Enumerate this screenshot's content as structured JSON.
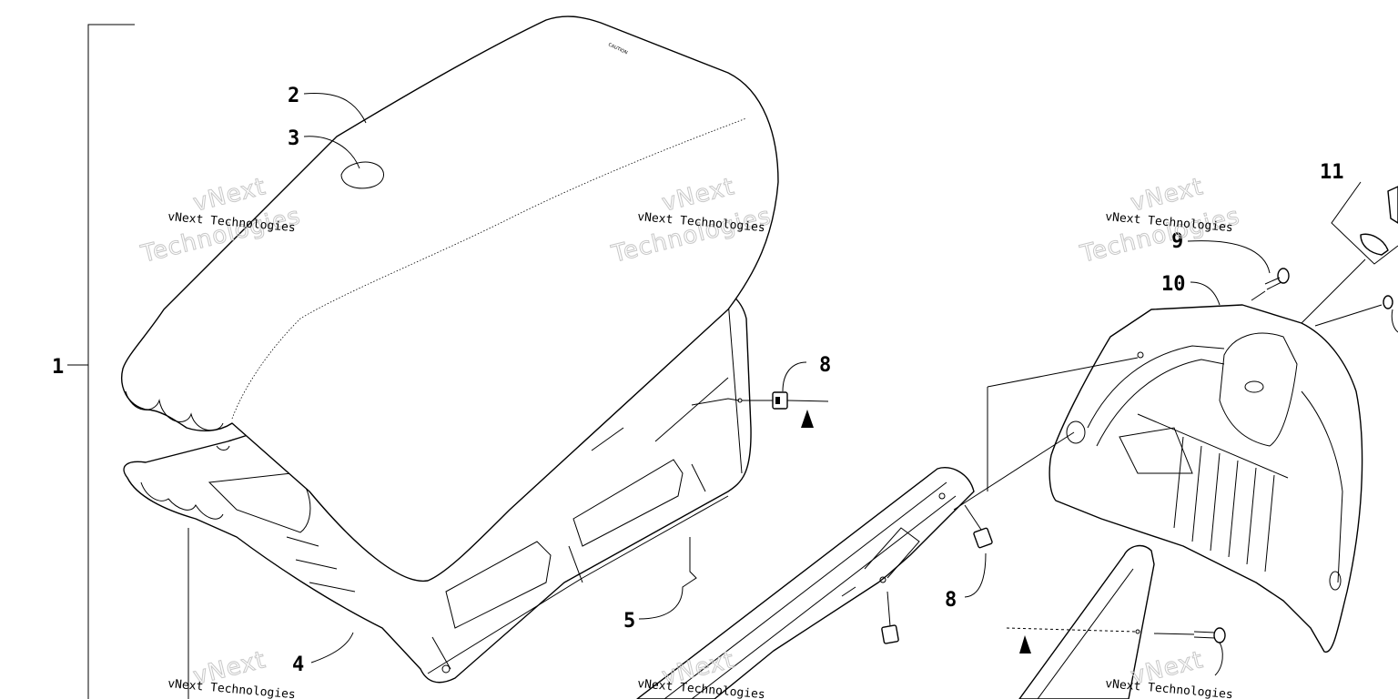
{
  "callouts": {
    "c1": "1",
    "c2": "2",
    "c3": "3",
    "c4": "4",
    "c5": "5",
    "c8a": "8",
    "c8b": "8",
    "c9": "9",
    "c10": "10",
    "c11": "11"
  },
  "watermarks": {
    "line": "vNext Technologies",
    "big": "Technologies",
    "outline": "vNext"
  },
  "colors": {
    "ink": "#000000",
    "paper": "#ffffff",
    "watermark": "#c8c8c8"
  }
}
